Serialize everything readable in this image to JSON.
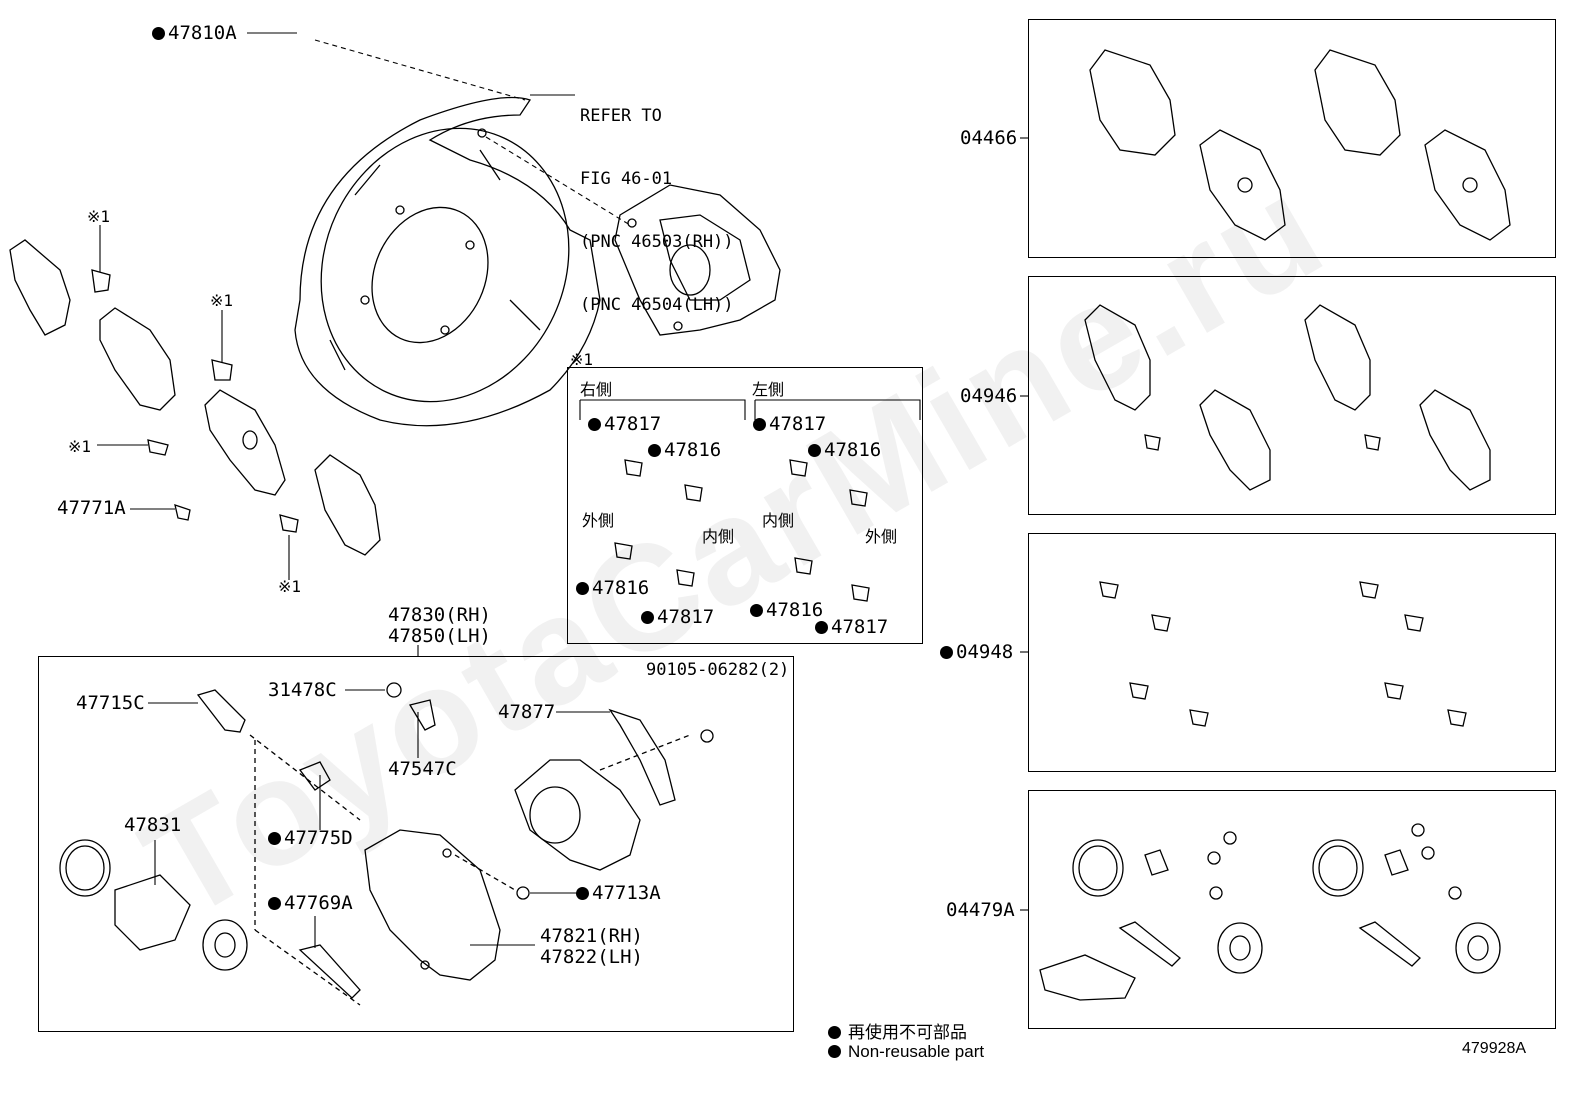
{
  "diagram_id": "479928A",
  "refer_note": {
    "lines": [
      "REFER TO",
      "FIG 46-01",
      "(PNC 46503(RH))",
      "(PNC 46504(LH))"
    ]
  },
  "note_mark": "※1",
  "legend": {
    "jp": "再使用不可部品",
    "en": "Non-reusable part"
  },
  "japanese": {
    "right": "右側",
    "left": "左側",
    "outer": "外側",
    "inner": "内側"
  },
  "labels": {
    "p47810A": "47810A",
    "p47771A": "47771A",
    "p47830": "47830(RH)",
    "p47850": "47850(LH)",
    "p47715C": "47715C",
    "p31478C": "31478C",
    "p47547C": "47547C",
    "p47877": "47877",
    "p90105": "90105-06282(2)",
    "p47831": "47831",
    "p47775D": "47775D",
    "p47769A": "47769A",
    "p47713A": "47713A",
    "p47821": "47821(RH)",
    "p47822": "47822(LH)",
    "p47817": "47817",
    "p47816": "47816",
    "k04466": "04466",
    "k04946": "04946",
    "k04948": "04948",
    "k04479A": "04479A"
  },
  "watermark": "ToyotaCarMine.ru"
}
